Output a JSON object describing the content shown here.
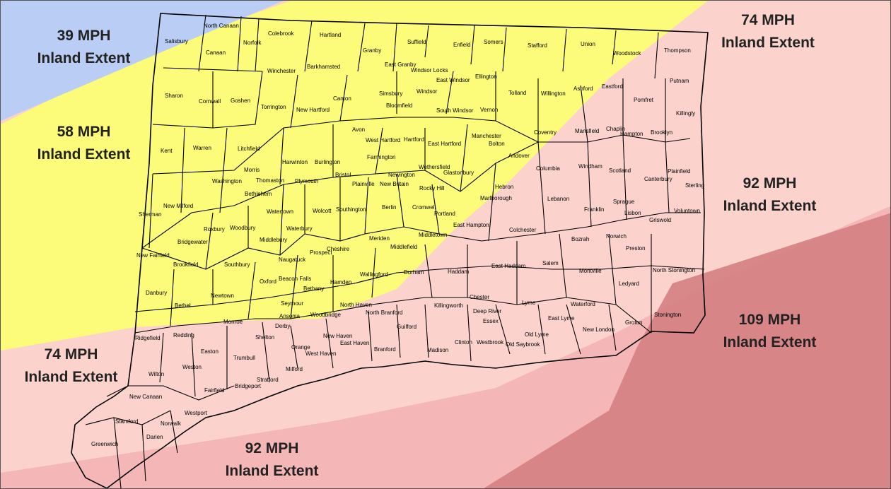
{
  "map": {
    "colors": {
      "mph39": "#b9cdf5",
      "mph58": "#fcfc7a",
      "mph74": "#fcd3cc",
      "mph92": "#f4b6b6",
      "mph109": "#d47f82",
      "border": "#000000"
    },
    "zone_labels": [
      {
        "id": "zone-39-nw",
        "speed": "39 MPH",
        "extent": "Inland Extent"
      },
      {
        "id": "zone-74-ne",
        "speed": "74 MPH",
        "extent": "Inland Extent"
      },
      {
        "id": "zone-58-w",
        "speed": "58 MPH",
        "extent": "Inland Extent"
      },
      {
        "id": "zone-92-e",
        "speed": "92 MPH",
        "extent": "Inland Extent"
      },
      {
        "id": "zone-109-se",
        "speed": "109 MPH",
        "extent": "Inland Extent"
      },
      {
        "id": "zone-74-sw",
        "speed": "74 MPH",
        "extent": "Inland Extent"
      },
      {
        "id": "zone-92-s",
        "speed": "92 MPH",
        "extent": "Inland Extent"
      }
    ],
    "towns": [
      "Salisbury",
      "North Canaan",
      "Canaan",
      "Norfolk",
      "Colebrook",
      "Hartland",
      "Granby",
      "Suffield",
      "Enfield",
      "Somers",
      "Stafford",
      "Union",
      "Woodstock",
      "Thompson",
      "East Granby",
      "Windsor Locks",
      "Winchester",
      "Barkhamsted",
      "East Windsor",
      "Ellington",
      "Putnam",
      "Sharon",
      "Cornwall",
      "Goshen",
      "Torrington",
      "New Hartford",
      "Canton",
      "Simsbury",
      "Windsor",
      "Tolland",
      "Willington",
      "Ashford",
      "Eastford",
      "Pomfret",
      "Killingly",
      "Bloomfield",
      "South Windsor",
      "Vernon",
      "Avon",
      "West Hartford",
      "Hartford",
      "East Hartford",
      "Manchester",
      "Bolton",
      "Coventry",
      "Mansfield",
      "Chaplin",
      "Hampton",
      "Brooklyn",
      "Kent",
      "Warren",
      "Litchfield",
      "Harwinton",
      "Burlington",
      "Farmington",
      "Andover",
      "Columbia",
      "Windham",
      "Scotland",
      "Canterbury",
      "Plainfield",
      "Morris",
      "Washington",
      "Thomaston",
      "Plymouth",
      "Bristol",
      "Plainville",
      "New Britain",
      "Newington",
      "Wethersfield",
      "Rocky Hill",
      "Glastonbury",
      "Hebron",
      "Lebanon",
      "Sterling",
      "Bethlehem",
      "New Milford",
      "Watertown",
      "Wolcott",
      "Southington",
      "Berlin",
      "Cromwell",
      "Portland",
      "Marlborough",
      "Franklin",
      "Sprague",
      "Lisbon",
      "Voluntown",
      "Griswold",
      "Sherman",
      "Roxbury",
      "Woodbury",
      "Waterbury",
      "Meriden",
      "Middletown",
      "East Hampton",
      "Colchester",
      "Bozrah",
      "Norwich",
      "Middlebury",
      "Bridgewater",
      "Cheshire",
      "Middlefield",
      "New Fairfield",
      "Brookfield",
      "Southbury",
      "Naugatuck",
      "Prospect",
      "Preston",
      "Durham",
      "Haddam",
      "East Haddam",
      "Salem",
      "Montville",
      "North Stonington",
      "Wallingford",
      "Danbury",
      "Oxford",
      "Beacon Falls",
      "Bethany",
      "Hamden",
      "Newtown",
      "Ledyard",
      "Bethel",
      "Seymour",
      "North Haven",
      "North Branford",
      "Chester",
      "Lyme",
      "Waterford",
      "Killingworth",
      "Deep River",
      "Woodbridge",
      "Ansonia",
      "Derby",
      "Monroe",
      "Ridgefield",
      "Redding",
      "Shelton",
      "New Haven",
      "East Haven",
      "Guilford",
      "Essex",
      "East Lyme",
      "New London",
      "Groton",
      "Stonington",
      "Old Lyme",
      "Old Saybrook",
      "Easton",
      "Trumbull",
      "Orange",
      "West Haven",
      "Branford",
      "Madison",
      "Clinton",
      "Westbrook",
      "Milford",
      "Wilton",
      "Weston",
      "Fairfield",
      "Bridgeport",
      "Stratford",
      "New Canaan",
      "Westport",
      "Norwalk",
      "Stamford",
      "Darien",
      "Greenwich"
    ]
  }
}
